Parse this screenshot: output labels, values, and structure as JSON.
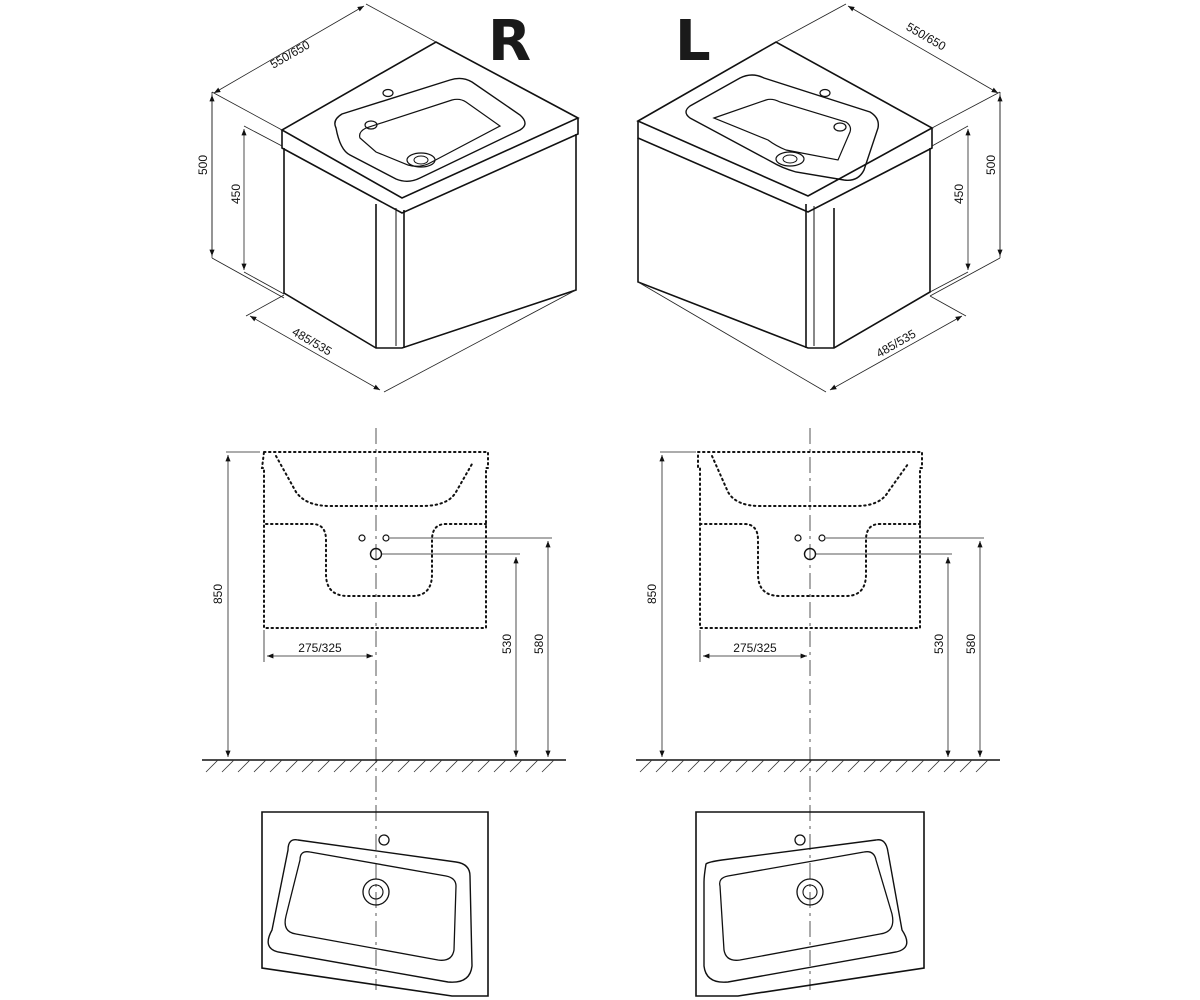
{
  "variants": [
    {
      "letter": "R",
      "iso": {
        "width_label": "550/650",
        "depth_label": "485/535",
        "height_outer": "500",
        "height_inner": "450"
      },
      "elevation": {
        "total_height": "850",
        "offset": "275/325",
        "drain_height": "530",
        "tap_height": "580"
      }
    },
    {
      "letter": "L",
      "iso": {
        "width_label": "550/650",
        "depth_label": "485/535",
        "height_outer": "500",
        "height_inner": "450"
      },
      "elevation": {
        "total_height": "850",
        "offset": "275/325",
        "drain_height": "530",
        "tap_height": "580"
      }
    }
  ],
  "colors": {
    "line": "#111111",
    "background": "#ffffff"
  }
}
